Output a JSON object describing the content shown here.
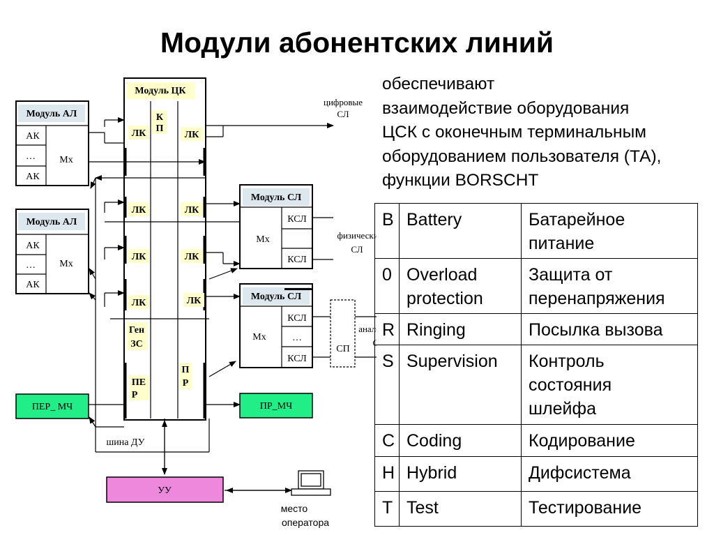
{
  "title": "Модули абонентских линий",
  "description_lines": [
    "обеспечивают",
    "взаимодействие оборудования",
    "ЦСК с оконечным терминальным",
    "оборудованием пользователя (ТА),",
    "функции BORSCHT"
  ],
  "borscht": [
    {
      "letter": "B",
      "en": [
        "Battery"
      ],
      "ru": [
        "Батарейное",
        "питание"
      ]
    },
    {
      "letter": "0",
      "en": [
        "Overload",
        "protection"
      ],
      "ru": [
        "Защита от",
        "перенапряжения"
      ]
    },
    {
      "letter": "R",
      "en": [
        "Ringing"
      ],
      "ru": [
        "Посылка вызова"
      ]
    },
    {
      "letter": "S",
      "en": [
        "Supervision"
      ],
      "ru": [
        "Контроль",
        "состояния",
        "шлейфа"
      ]
    },
    {
      "letter": "C",
      "en": [
        "Coding"
      ],
      "ru": [
        "Кодирование"
      ]
    },
    {
      "letter": "H",
      "en": [
        "Hybrid"
      ],
      "ru": [
        "Дифсистема"
      ]
    },
    {
      "letter": "T",
      "en": [
        "Test"
      ],
      "ru": [
        "Тестирование"
      ]
    }
  ],
  "diagram": {
    "module_ck": "Модуль ЦК",
    "kp": [
      "К",
      "П"
    ],
    "lk": "ЛК",
    "module_al": "Модуль АЛ",
    "ak": "АК",
    "dots": "…",
    "mx": "Мх",
    "module_sl": "Модуль СЛ",
    "ksl": "КСЛ",
    "digital_sl": [
      "цифровые",
      "СЛ"
    ],
    "physical_sl": [
      "физические",
      "СЛ"
    ],
    "analog_sl": [
      "анало",
      "СЛ"
    ],
    "sp": "СП",
    "gen_zs": [
      "Ген",
      "ЗС"
    ],
    "per": [
      "ПЕ",
      "Р"
    ],
    "pr": [
      "П",
      "Р"
    ],
    "per_mch": "ПЕР_ МЧ",
    "pr_mch": "ПР_МЧ",
    "bus_du": "шина ДУ",
    "uu": "УУ",
    "operator": [
      "место",
      "оператора"
    ]
  },
  "colors": {
    "label_fill": "#dde8ee",
    "yellow_fill": "#ffffcc",
    "green_fill": "#22ee88",
    "pink_fill": "#ee88dd"
  }
}
